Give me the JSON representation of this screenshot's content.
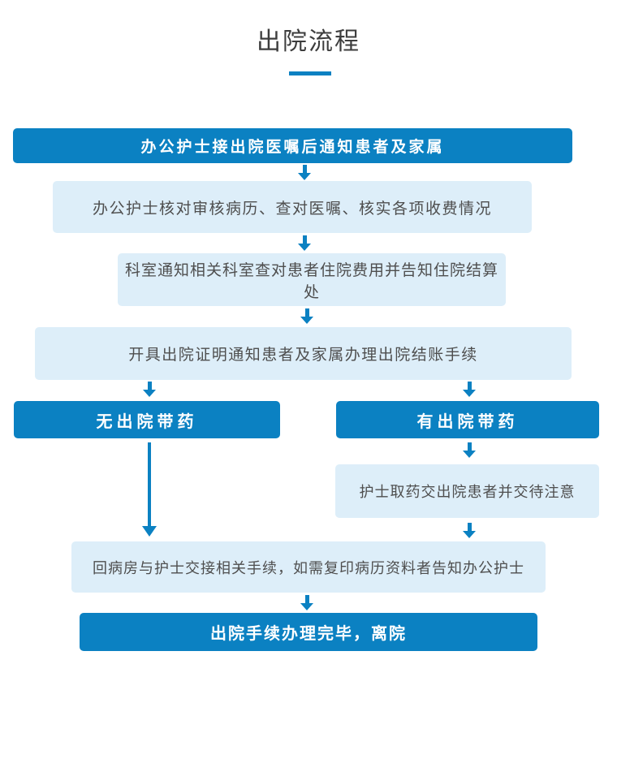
{
  "page": {
    "title": "出院流程",
    "accent_color": "#0b81c2",
    "dark_box_color": "#0b81c2",
    "light_box_color": "#ddeef9"
  },
  "flow": {
    "steps": [
      {
        "id": "step-notify-patient",
        "style": "dark",
        "text": "办公护士接出院医嘱后通知患者及家属"
      },
      {
        "id": "step-verify-records",
        "style": "light",
        "text": "办公护士核对审核病历、查对医嘱、核实各项收费情况"
      },
      {
        "id": "step-notify-billing",
        "style": "light",
        "text": "科室通知相关科室查对患者住院费用并告知住院结算处"
      },
      {
        "id": "step-issue-certificate",
        "style": "light",
        "text": "开具出院证明通知患者及家属办理出院结账手续"
      },
      {
        "id": "branch-no-medication",
        "style": "dark",
        "text": "无出院带药"
      },
      {
        "id": "branch-has-medication",
        "style": "dark",
        "text": "有出院带药"
      },
      {
        "id": "step-dispense-meds",
        "style": "light",
        "text": "护士取药交出院患者并交待注意"
      },
      {
        "id": "step-handover",
        "style": "light",
        "text": "回病房与护士交接相关手续，如需复印病历资料者告知办公护士"
      },
      {
        "id": "step-complete",
        "style": "dark",
        "text": "出院手续办理完毕，离院"
      }
    ]
  }
}
